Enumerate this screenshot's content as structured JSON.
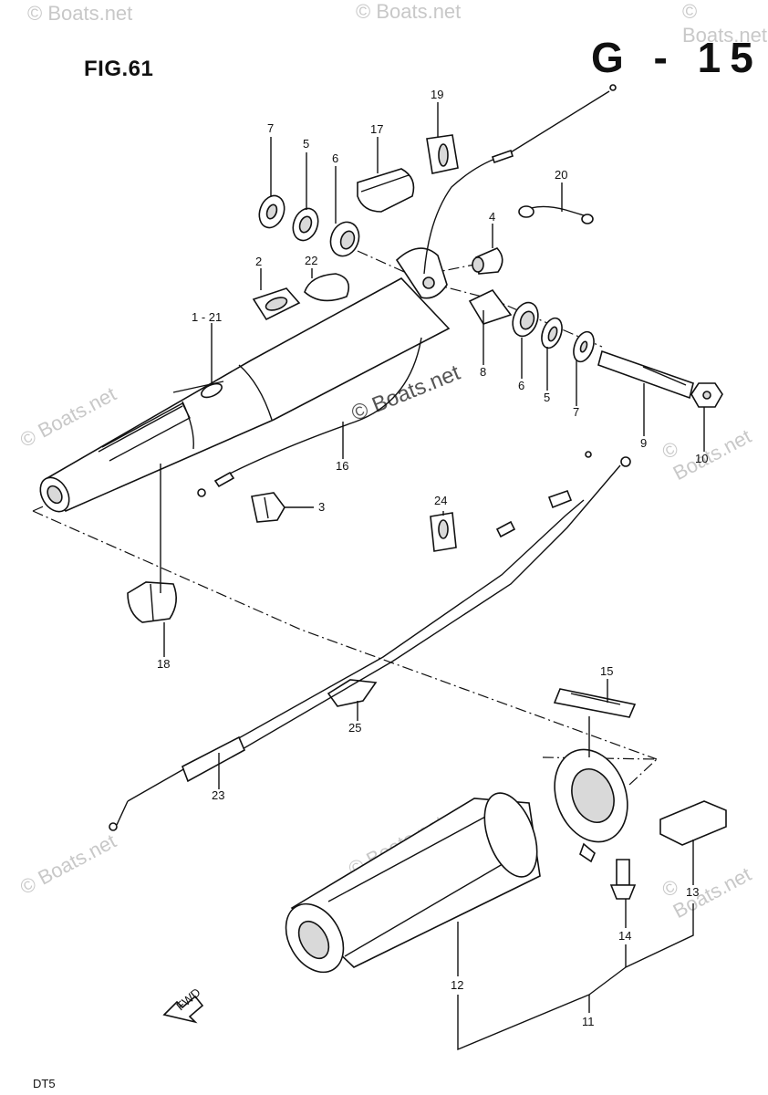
{
  "figure": {
    "fig_label": "FIG.61",
    "sheet_code": "G - 15",
    "model": "DT5"
  },
  "watermark": {
    "text": "© Boats.net"
  },
  "callouts": {
    "c1_21": "1 - 21",
    "c2": "2",
    "c3": "3",
    "c4": "4",
    "c5a": "5",
    "c5b": "5",
    "c6a": "6",
    "c6b": "6",
    "c7a": "7",
    "c7b": "7",
    "c8": "8",
    "c9": "9",
    "c10": "10",
    "c11": "11",
    "c12": "12",
    "c13": "13",
    "c14": "14",
    "c15": "15",
    "c16": "16",
    "c17": "17",
    "c18": "18",
    "c19": "19",
    "c20": "20",
    "c22": "22",
    "c23": "23",
    "c24": "24",
    "c25": "25"
  },
  "fwd_arrow": {
    "label": "FWD"
  }
}
